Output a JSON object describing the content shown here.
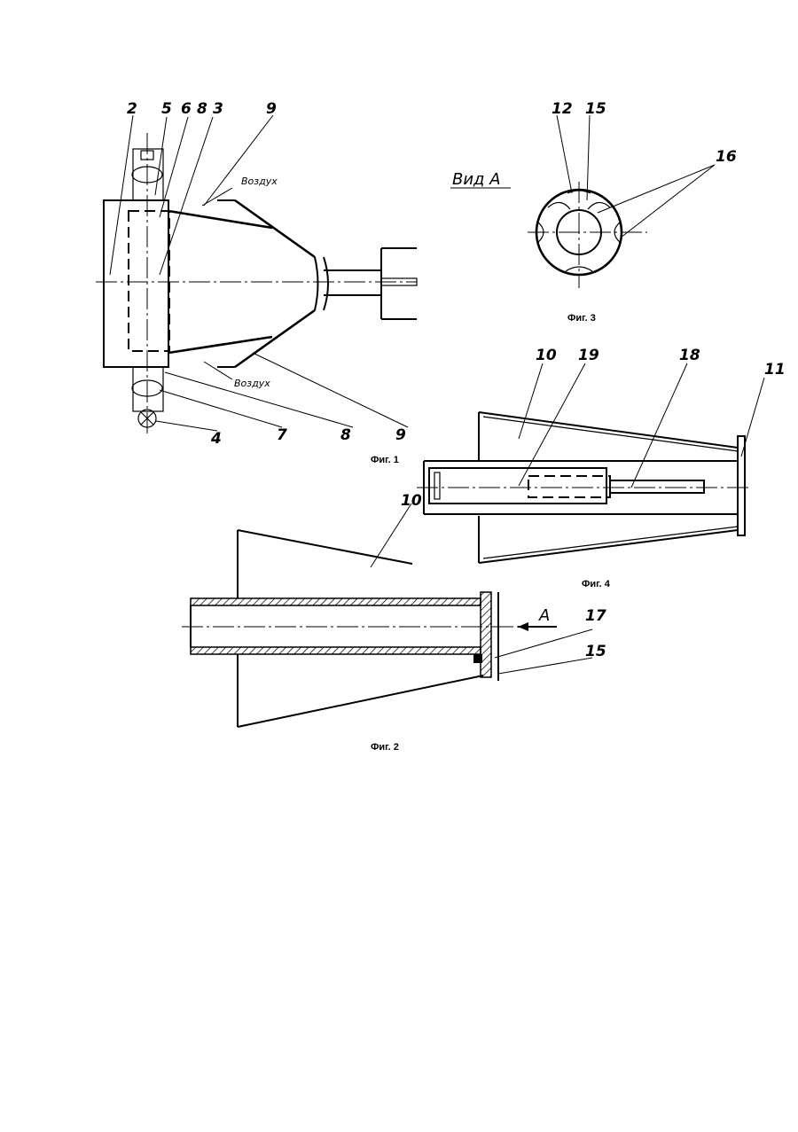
{
  "figures": {
    "fig1": {
      "caption": "Фиг. 1",
      "air_top": "Воздух",
      "air_bottom": "Воздух",
      "labels": [
        "2",
        "5",
        "6",
        "8",
        "3",
        "9",
        "4",
        "7",
        "8",
        "9"
      ]
    },
    "fig2": {
      "caption": "Фиг. 2",
      "labels": [
        "10",
        "17",
        "15"
      ],
      "view_marker": "A"
    },
    "fig3": {
      "caption": "Фиг. 3",
      "title": "Вид A",
      "labels": [
        "12",
        "15",
        "16"
      ]
    },
    "fig4": {
      "caption": "Фиг. 4",
      "labels": [
        "10",
        "19",
        "18",
        "11"
      ]
    }
  }
}
